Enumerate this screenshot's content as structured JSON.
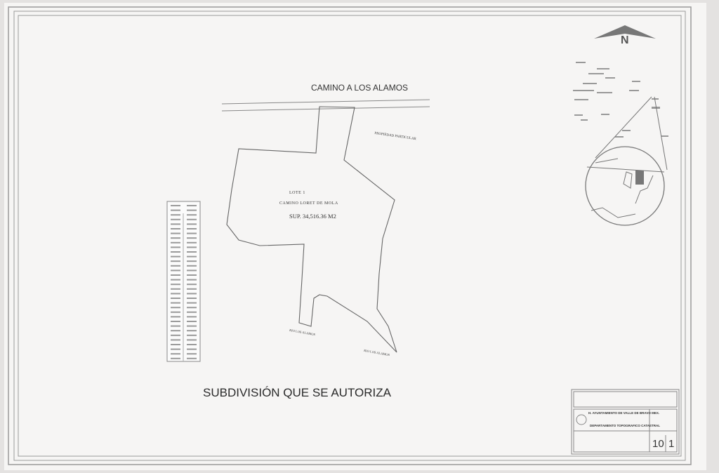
{
  "plan": {
    "road_label": "CAMINO A LOS ALAMOS",
    "lot_name": "LOTE 1",
    "lot_road": "CAMINO LORET DE MOLA",
    "lot_area": "SUP. 34,516.36 M2",
    "neighbor_label": "PROPIEDAD PARTICULAR",
    "river_label_1": "RIO LOS ALAMOS",
    "river_label_2": "RIO LOS ALAMOS"
  },
  "title": "SUBDIVISIÓN QUE SE AUTORIZA",
  "north_arrow": "N",
  "title_block": {
    "organization": "H. AYUNTAMIENTO DE VALLE DE BRAVO MEX.",
    "department": "DEPARTAMENTO TOPOGRAFICO CATASTRAL",
    "sheet_number": "10",
    "sheet_total": "1"
  },
  "colors": {
    "paper": "#f7f6f5",
    "ink": "#555555",
    "border": "#8a8a8a"
  }
}
